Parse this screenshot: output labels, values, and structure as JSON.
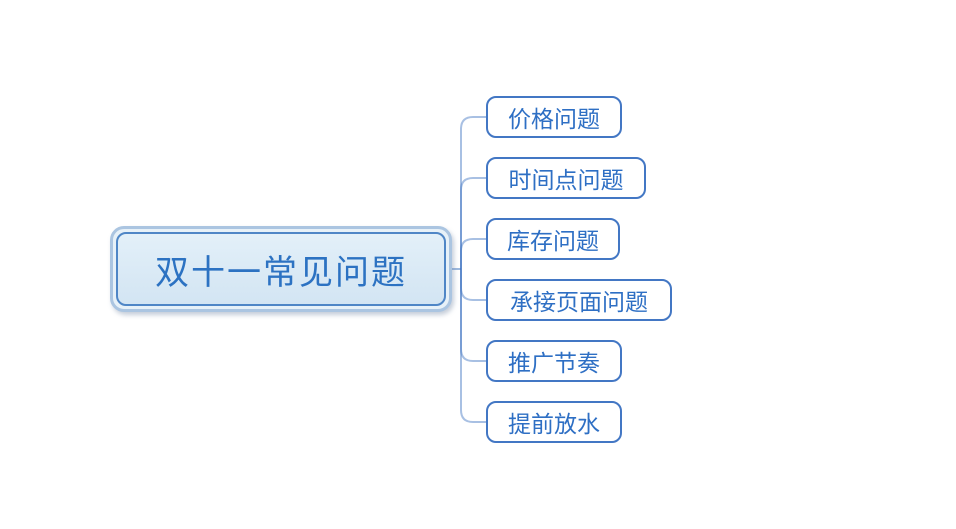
{
  "mindmap": {
    "root": {
      "label": "双十一常见问题"
    },
    "children": [
      {
        "label": "价格问题"
      },
      {
        "label": "时间点问题"
      },
      {
        "label": "库存问题"
      },
      {
        "label": "承接页面问题"
      },
      {
        "label": "推广节奏"
      },
      {
        "label": "提前放水"
      }
    ]
  },
  "style": {
    "root_fill": "#d9e9f5",
    "root_border": "#4f86c6",
    "root_outer_border": "#abc5e1",
    "root_text": "#2c72c2",
    "child_border": "#4377c4",
    "child_text": "#2e6fc4",
    "child_fill": "#ffffff",
    "connector": "#3d74c0",
    "connector_light": "#9db9de"
  }
}
